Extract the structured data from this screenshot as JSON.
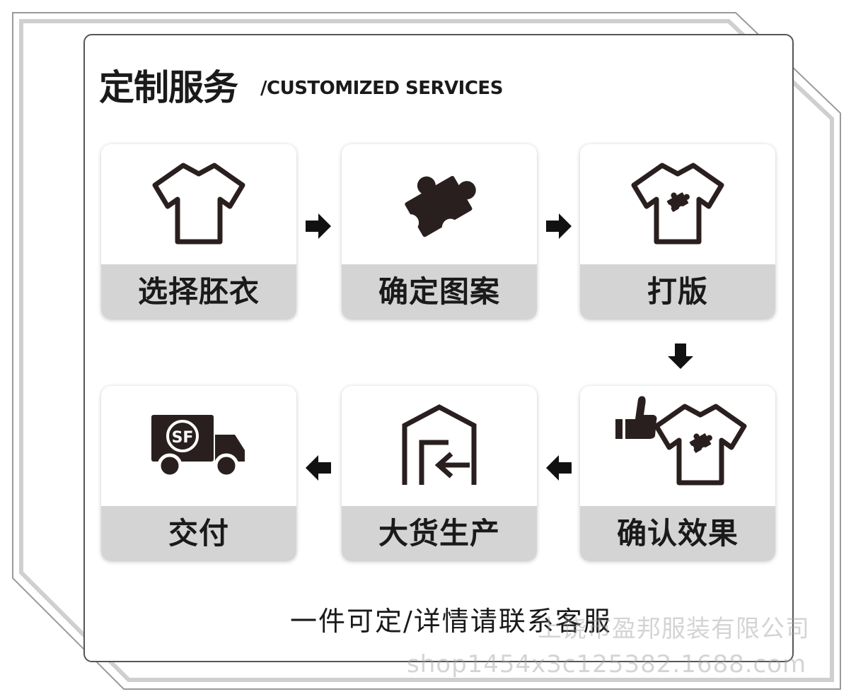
{
  "header": {
    "title_cn": "定制服务",
    "title_en": "/CUSTOMIZED SERVICES"
  },
  "steps": [
    {
      "label": "选择胚衣",
      "icon": "tshirt-icon"
    },
    {
      "label": "确定图案",
      "icon": "puzzle-piece-icon"
    },
    {
      "label": "打版",
      "icon": "tshirt-puzzle-icon"
    },
    {
      "label": "确认效果",
      "icon": "tshirt-puzzle-thumbs-up-icon"
    },
    {
      "label": "大货生产",
      "icon": "warehouse-icon"
    },
    {
      "label": "交付",
      "icon": "sf-delivery-truck-icon"
    }
  ],
  "footer_note": "一件可定/详情请联系客服",
  "watermark": {
    "company": "上饶市盈邦服装有限公司",
    "shop_url": "shop1454x3c125382.1688.com"
  },
  "colors": {
    "icon": "#2a1f1f",
    "label_bg": "#d4d4d4",
    "text": "#1a1a1a"
  }
}
